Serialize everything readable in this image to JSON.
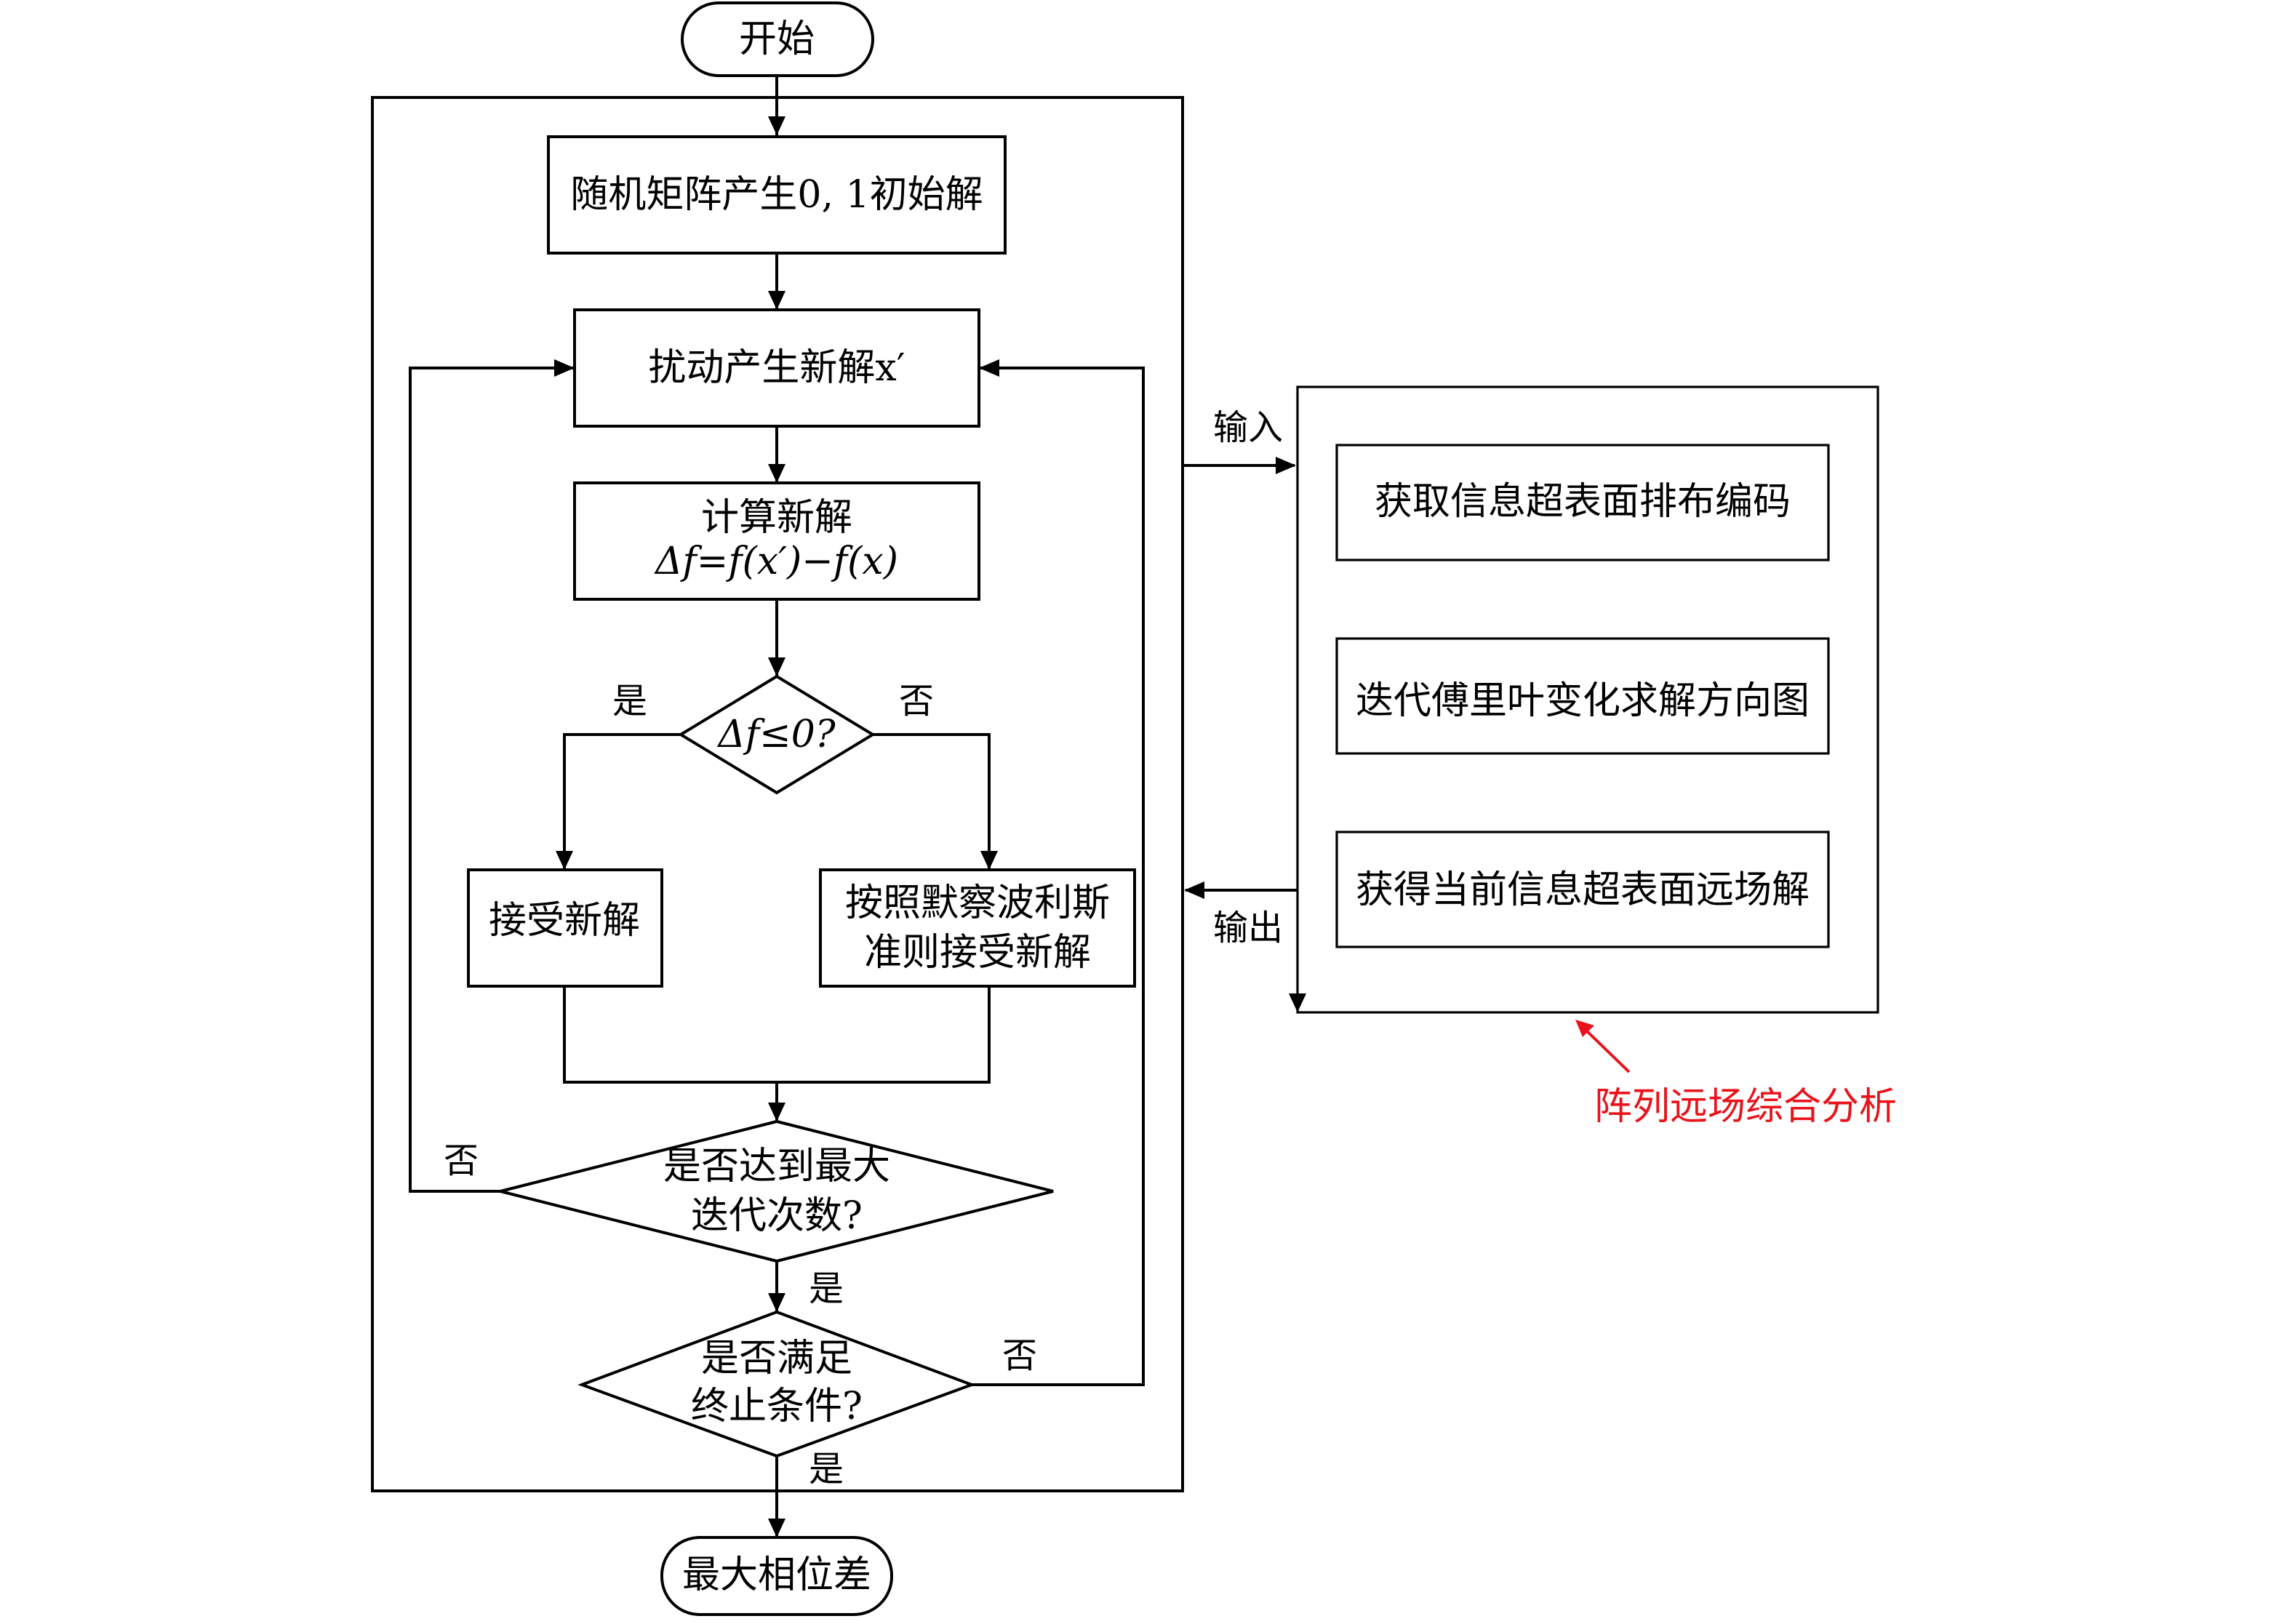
{
  "diagram": {
    "start": "开始",
    "end": "最大相位差",
    "steps": {
      "init": "随机矩阵产生0, 1初始解",
      "perturb": "扰动产生新解x′",
      "compute_line1": "计算新解",
      "compute_line2": "Δf=f(x′)−f(x)",
      "accept": "接受新解",
      "metropolis_line1": "按照默察波利斯",
      "metropolis_line2": "准则接受新解"
    },
    "decisions": {
      "delta": "Δf≤0?",
      "max_iter_line1": "是否达到最大",
      "max_iter_line2": "迭代次数?",
      "terminate_line1": "是否满足",
      "terminate_line2": "终止条件?"
    },
    "branch_labels": {
      "delta_yes": "是",
      "delta_no": "否",
      "max_iter_no": "否",
      "max_iter_yes": "是",
      "terminate_no": "否",
      "terminate_yes": "是"
    },
    "side_panel": {
      "input_label": "输入",
      "output_label": "输出",
      "items": [
        "获取信息超表面排布编码",
        "迭代傅里叶变化求解方向图",
        "获得当前信息超表面远场解"
      ],
      "caption": "阵列远场综合分析",
      "caption_color": "#e8131b"
    }
  }
}
